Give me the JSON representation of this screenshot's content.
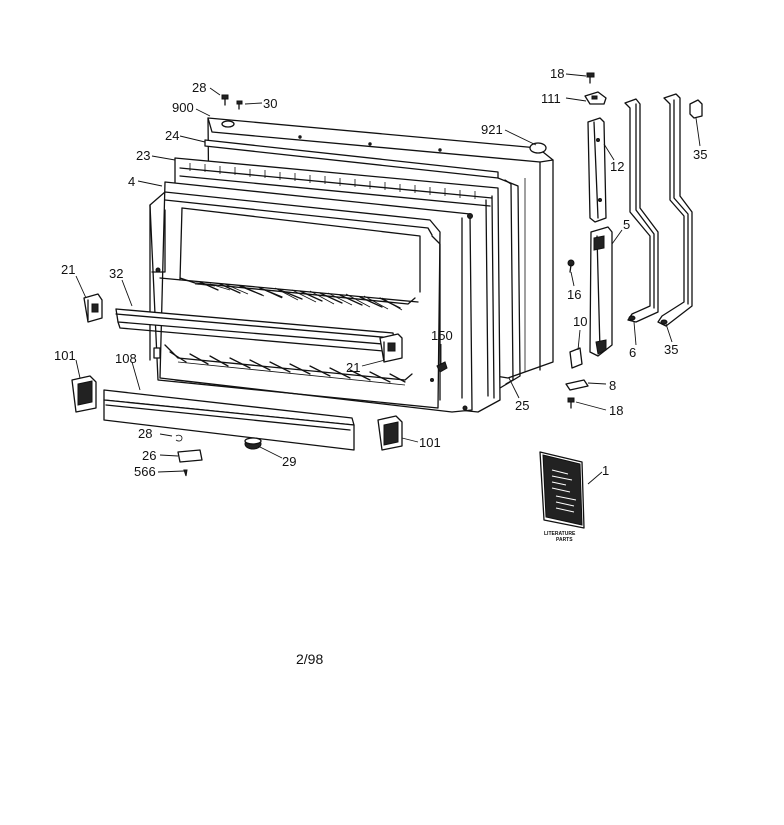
{
  "diagram": {
    "date_code": "2/98",
    "booklet_text": [
      "LITERATURE",
      "PARTS"
    ],
    "labels": [
      {
        "id": "l28a",
        "text": "28"
      },
      {
        "id": "l30",
        "text": "30"
      },
      {
        "id": "l900",
        "text": "900"
      },
      {
        "id": "l24",
        "text": "24"
      },
      {
        "id": "l23",
        "text": "23"
      },
      {
        "id": "l4",
        "text": "4"
      },
      {
        "id": "l21a",
        "text": "21"
      },
      {
        "id": "l32",
        "text": "32"
      },
      {
        "id": "l101a",
        "text": "101"
      },
      {
        "id": "l108",
        "text": "108"
      },
      {
        "id": "l28b",
        "text": "28"
      },
      {
        "id": "l26",
        "text": "26"
      },
      {
        "id": "l566",
        "text": "566"
      },
      {
        "id": "l29",
        "text": "29"
      },
      {
        "id": "l101b",
        "text": "101"
      },
      {
        "id": "l21b",
        "text": "21"
      },
      {
        "id": "l150",
        "text": "150"
      },
      {
        "id": "l921",
        "text": "921"
      },
      {
        "id": "l25",
        "text": "25"
      },
      {
        "id": "l18a",
        "text": "18"
      },
      {
        "id": "l111",
        "text": "111"
      },
      {
        "id": "l12",
        "text": "12"
      },
      {
        "id": "l35a",
        "text": "35"
      },
      {
        "id": "l5",
        "text": "5"
      },
      {
        "id": "l16",
        "text": "16"
      },
      {
        "id": "l10",
        "text": "10"
      },
      {
        "id": "l6",
        "text": "6"
      },
      {
        "id": "l35b",
        "text": "35"
      },
      {
        "id": "l8",
        "text": "8"
      },
      {
        "id": "l18b",
        "text": "18"
      },
      {
        "id": "l1",
        "text": "1"
      }
    ]
  }
}
